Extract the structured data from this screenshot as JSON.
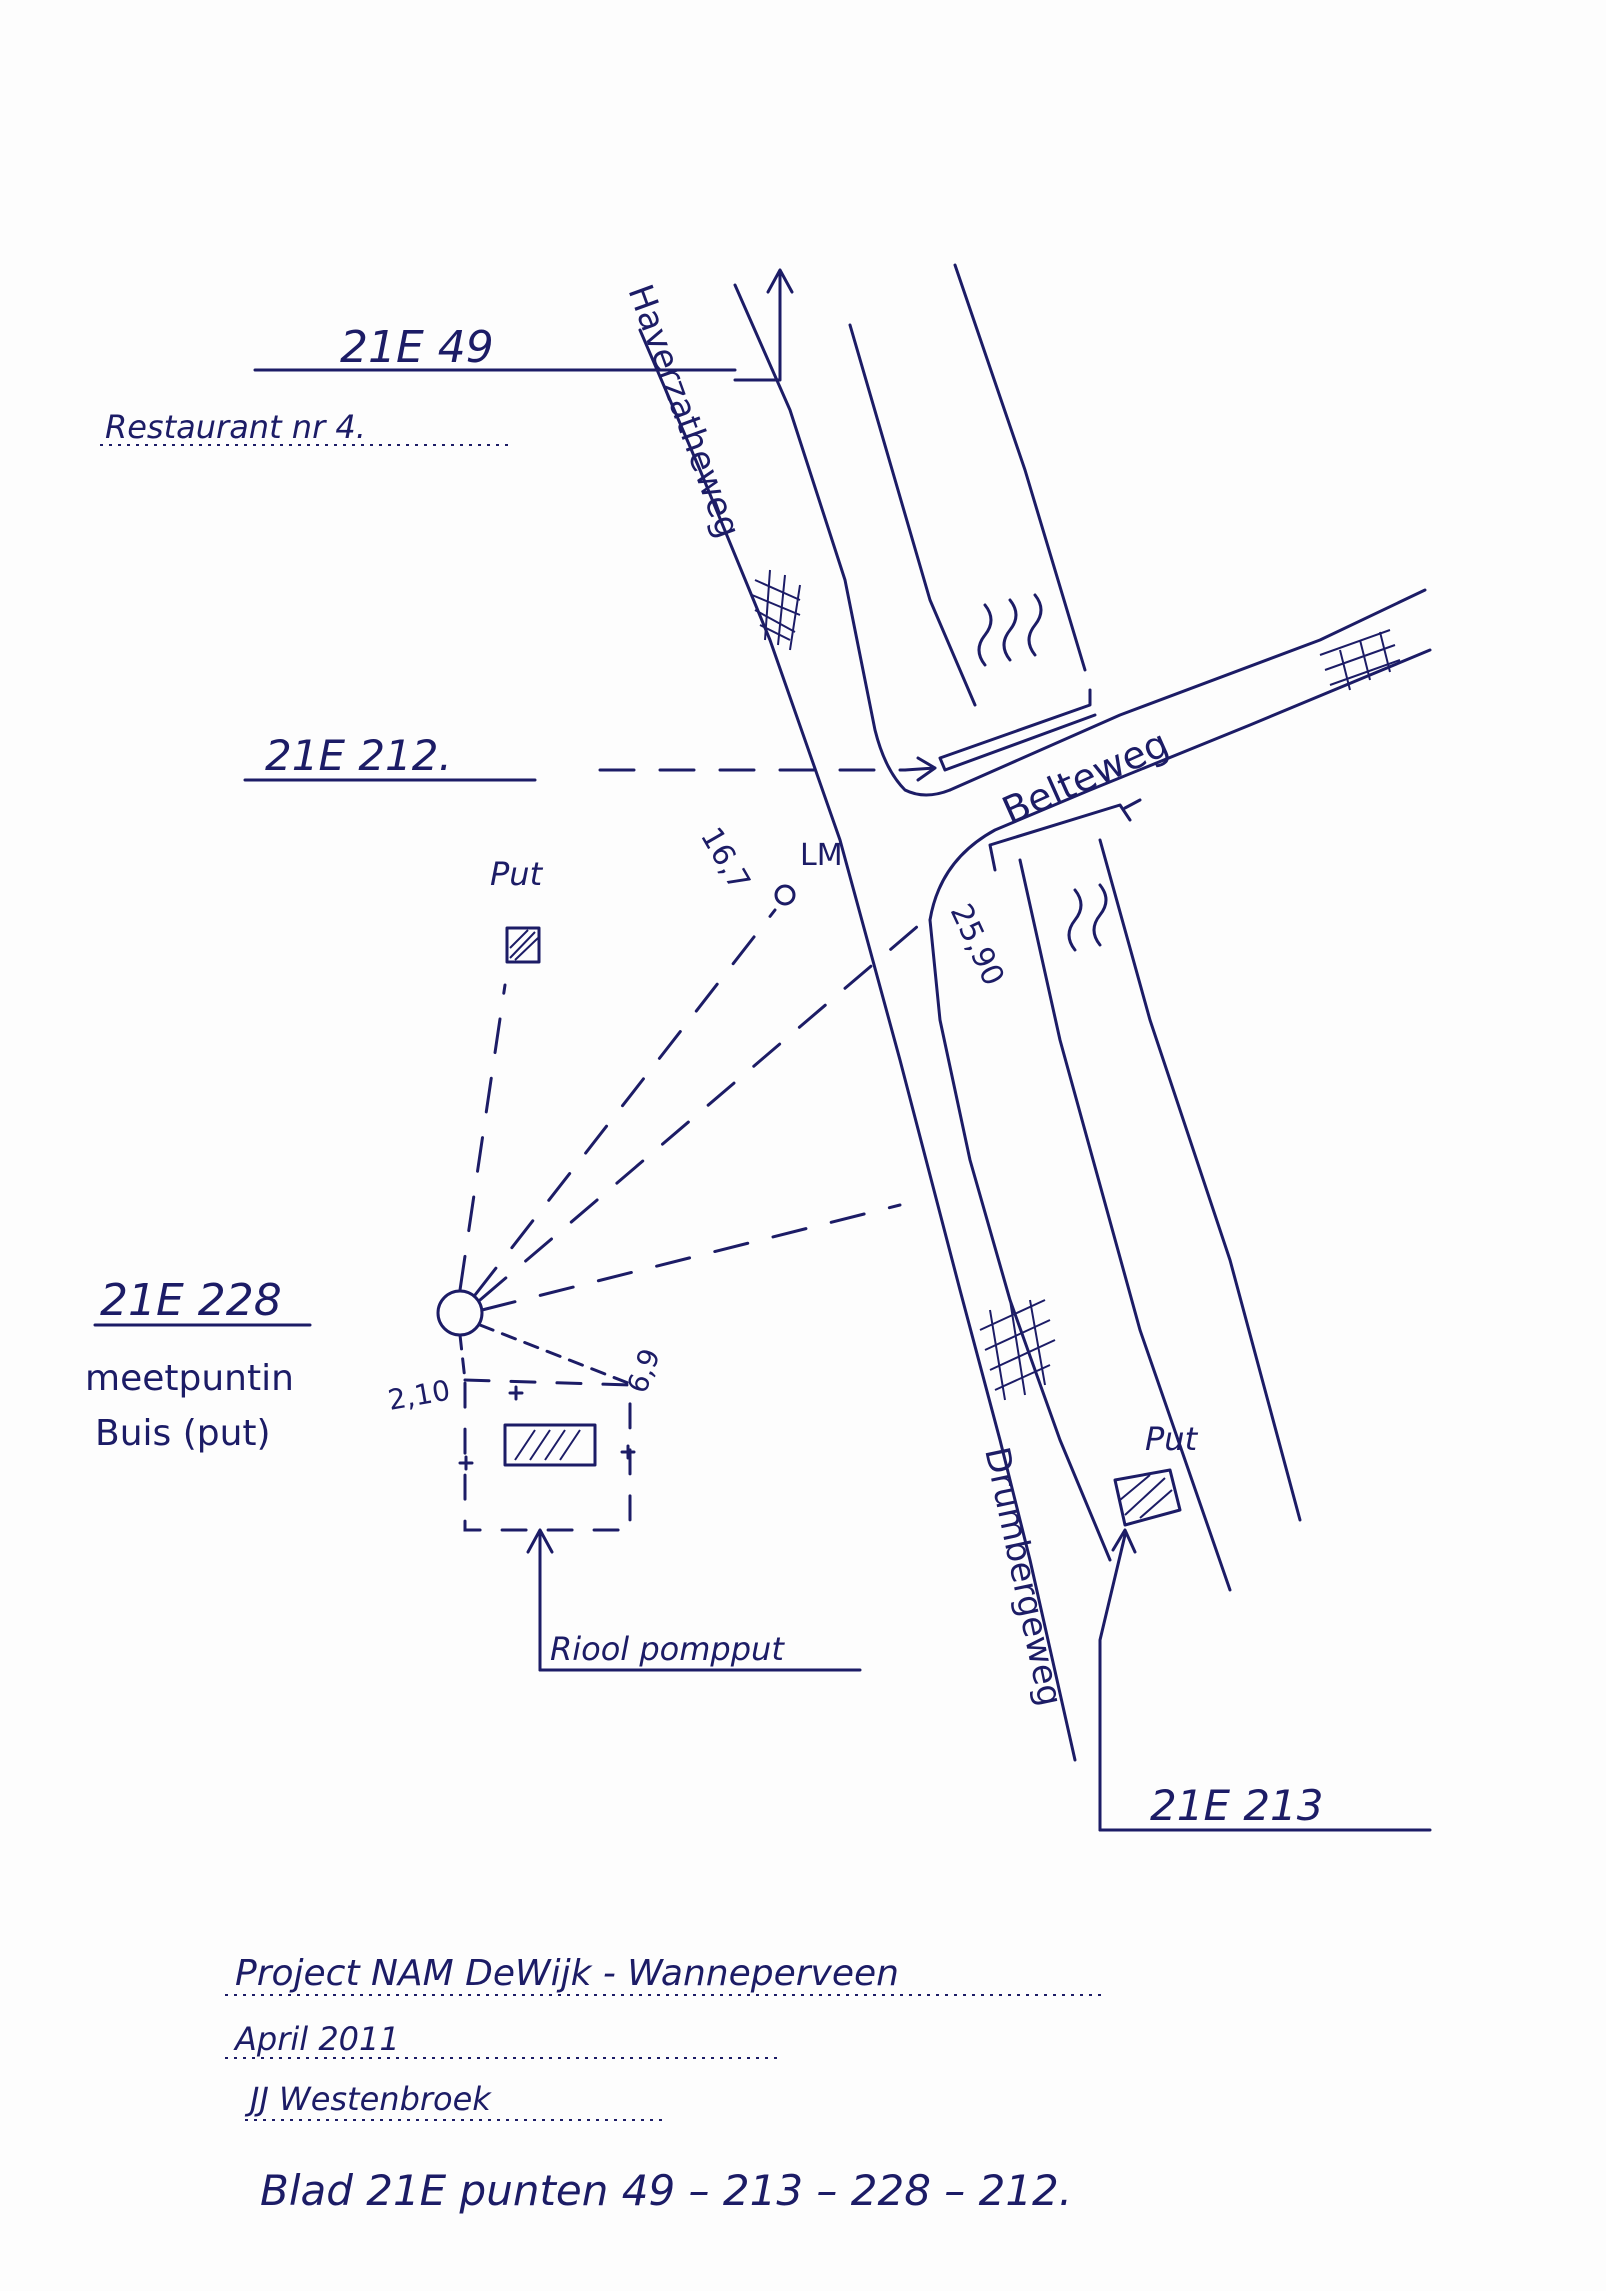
{
  "points": {
    "p49": "21E 49",
    "p49_desc": "Restaurant  nr 4.",
    "p212": "21E 212.",
    "p228": "21E 228",
    "p228_desc1": "meetpuntin",
    "p228_desc2": "Buis  (put)",
    "p213": "21E 213"
  },
  "streets": {
    "haverzatheweg": "Haverzatheweg",
    "belteweg": "Belteweg",
    "drumbergeweg": "Drumbergeweg"
  },
  "labels": {
    "put_left": "Put",
    "put_right": "Put",
    "lm": "LM",
    "riool": "Riool pompput"
  },
  "measurements": {
    "m_167": "16,7",
    "m_259": "25,90",
    "m_210": "2,10",
    "m_69": "6,9"
  },
  "footer": {
    "project": "Project   NAM   DeWijk - Wanneperveen",
    "date": "April  2011",
    "author": "JJ Westenbroek",
    "sheet": "Blad 21E   punten    49 – 213 –  228 – 212."
  },
  "colors": {
    "ink": "#1c1c66",
    "paper": "#fdfdfd"
  }
}
